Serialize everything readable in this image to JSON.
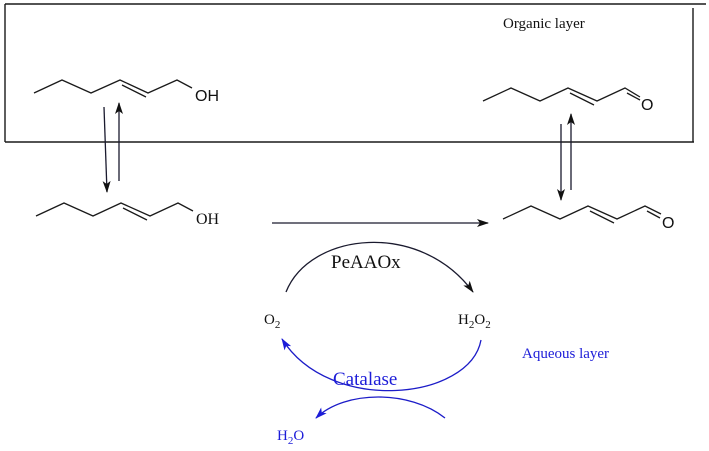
{
  "title": "PeAAOx oxidation of trans-2-hexenol in a biphasic system",
  "labels": {
    "organic_layer": "Organic layer",
    "aqueous_layer": "Aqueous layer",
    "enzyme": "PeAAOx",
    "catalase": "Catalase"
  },
  "molecules": {
    "alcohol_organic": {
      "name": "trans-2-hexen-1-ol",
      "group": "OH"
    },
    "aldehyde_organic": {
      "name": "trans-2-hexenal",
      "group": "O"
    },
    "alcohol_aqueous": {
      "name": "trans-2-hexen-1-ol",
      "group": "OH"
    },
    "aldehyde_aqueous": {
      "name": "trans-2-hexenal",
      "group": "O"
    }
  },
  "species": {
    "o2": {
      "base": "O",
      "sub": "2"
    },
    "h2o2": {
      "h": "H",
      "h_sub": "2",
      "o": "O",
      "o_sub": "2"
    },
    "h2o": {
      "h": "H",
      "h_sub": "2",
      "o": "O"
    }
  },
  "colors": {
    "ink": "#111111",
    "catalase_blue": "#1c1cd8"
  }
}
